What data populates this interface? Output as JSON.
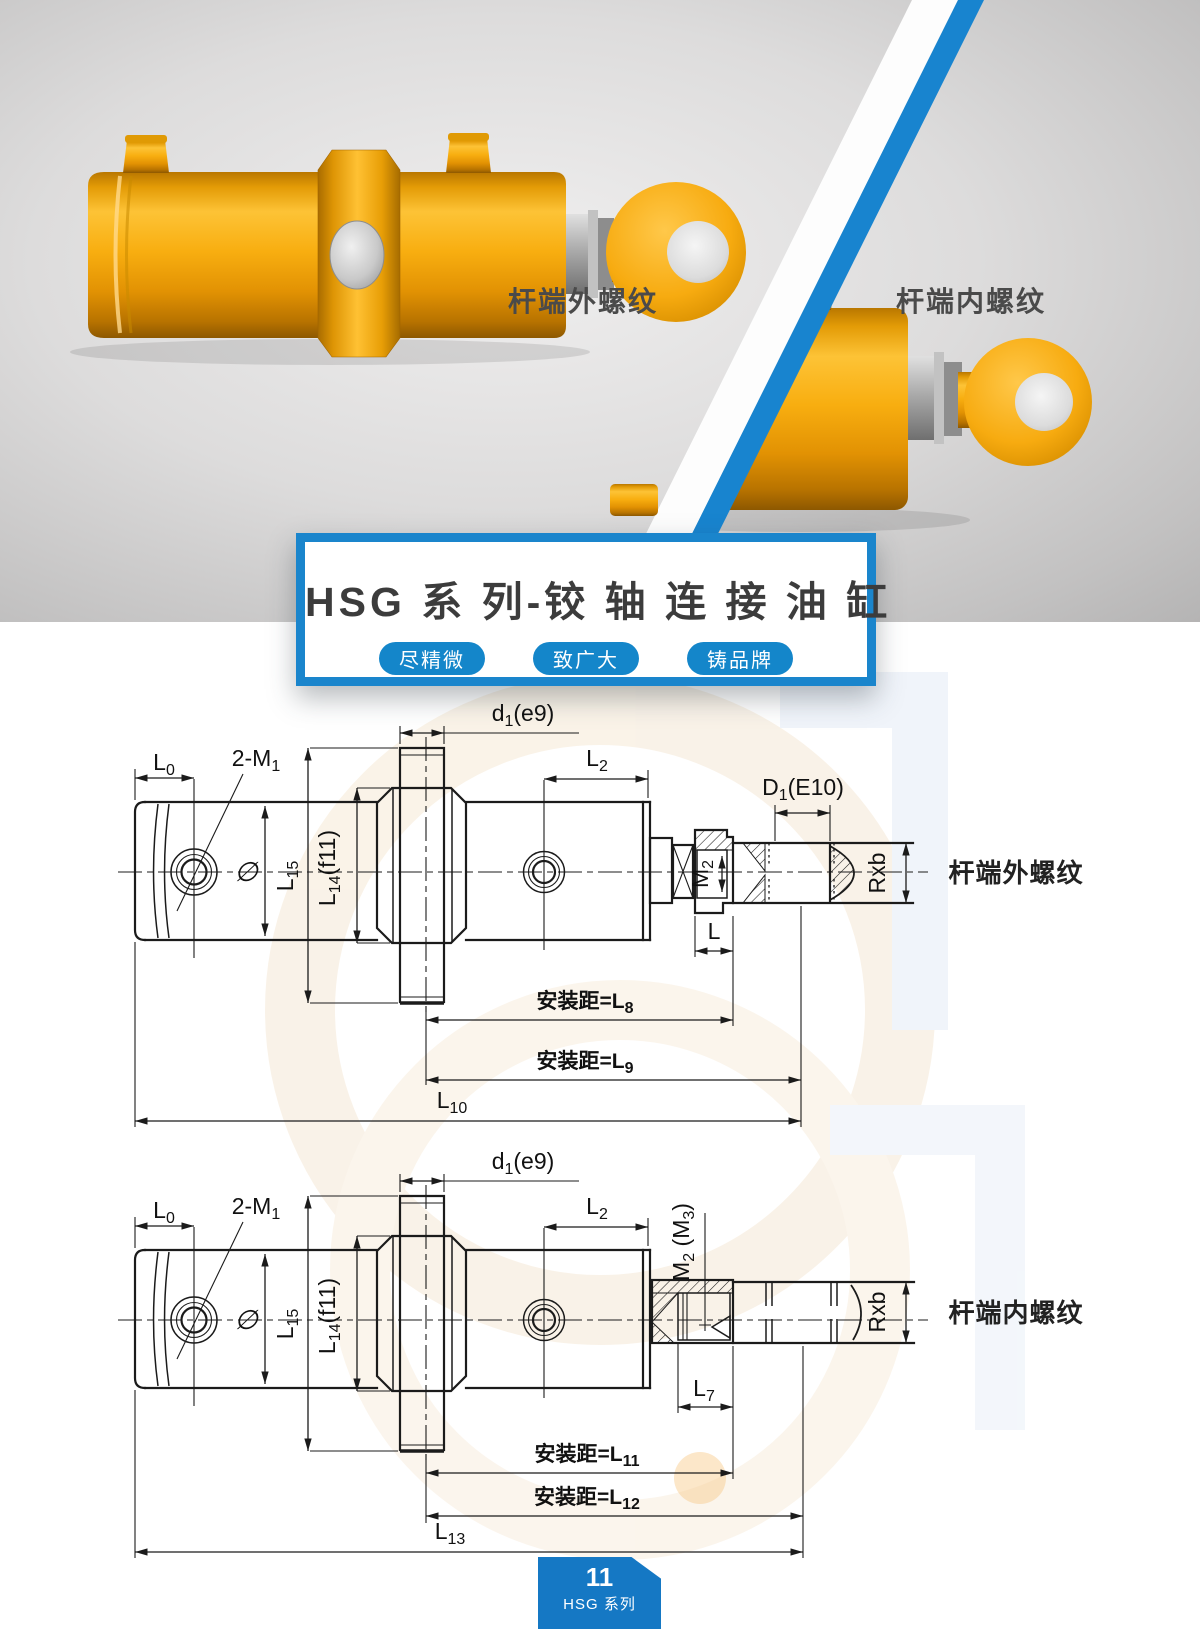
{
  "photo": {
    "label_external": "杆端外螺纹",
    "label_internal": "杆端内螺纹"
  },
  "title_box": {
    "title": "HSG 系 列-铰 轴 连 接 油 缸",
    "badges": [
      "尽精微",
      "致广大",
      "铸品牌"
    ]
  },
  "colors": {
    "accent_blue": "#1a85cc",
    "cylinder_yellow": "#f5a90d"
  },
  "d_ext": {
    "caption": "杆端外螺纹",
    "dims": {
      "l0": {
        "a": "L",
        "b": "0"
      },
      "m1": {
        "a": "2-M",
        "b": "1"
      },
      "d1e9": {
        "a": "d",
        "b": "1",
        "c": "(e9)"
      },
      "l2": {
        "a": "L",
        "b": "2"
      },
      "phi": {
        "a": "∅"
      },
      "l15": {
        "a": "L",
        "b": "15"
      },
      "l14": {
        "a": "L",
        "b": "14",
        "c": "(f11)"
      },
      "d1e10": {
        "a": "D",
        "b": "1",
        "c": "(E10)"
      },
      "m2": {
        "a": "M",
        "b": "2"
      },
      "l": {
        "a": "L"
      },
      "rxb": {
        "a": "Rxb"
      },
      "l8": {
        "a": "安装距=L",
        "b": "8"
      },
      "l9": {
        "a": "安装距=L",
        "b": "9"
      },
      "l10": {
        "a": "L",
        "b": "10"
      }
    }
  },
  "d_int": {
    "caption": "杆端内螺纹",
    "dims": {
      "l0": {
        "a": "L",
        "b": "0"
      },
      "m1": {
        "a": "2-M",
        "b": "1"
      },
      "d1e9": {
        "a": "d",
        "b": "1",
        "c": "(e9)"
      },
      "l2": {
        "a": "L",
        "b": "2"
      },
      "phi": {
        "a": "∅"
      },
      "l15": {
        "a": "L",
        "b": "15"
      },
      "l14": {
        "a": "L",
        "b": "14",
        "c": "(f11)"
      },
      "m2m3": {
        "a": "M",
        "b": "2",
        "c": " (M",
        "d": "3",
        "e": ")"
      },
      "l7": {
        "a": "L",
        "b": "7"
      },
      "rxb": {
        "a": "Rxb"
      },
      "l11": {
        "a": "安装距=L",
        "b": "11"
      },
      "l12": {
        "a": "安装距=L",
        "b": "12"
      },
      "l13": {
        "a": "L",
        "b": "13"
      }
    }
  },
  "footer": {
    "page": "11",
    "series": "HSG 系列"
  }
}
